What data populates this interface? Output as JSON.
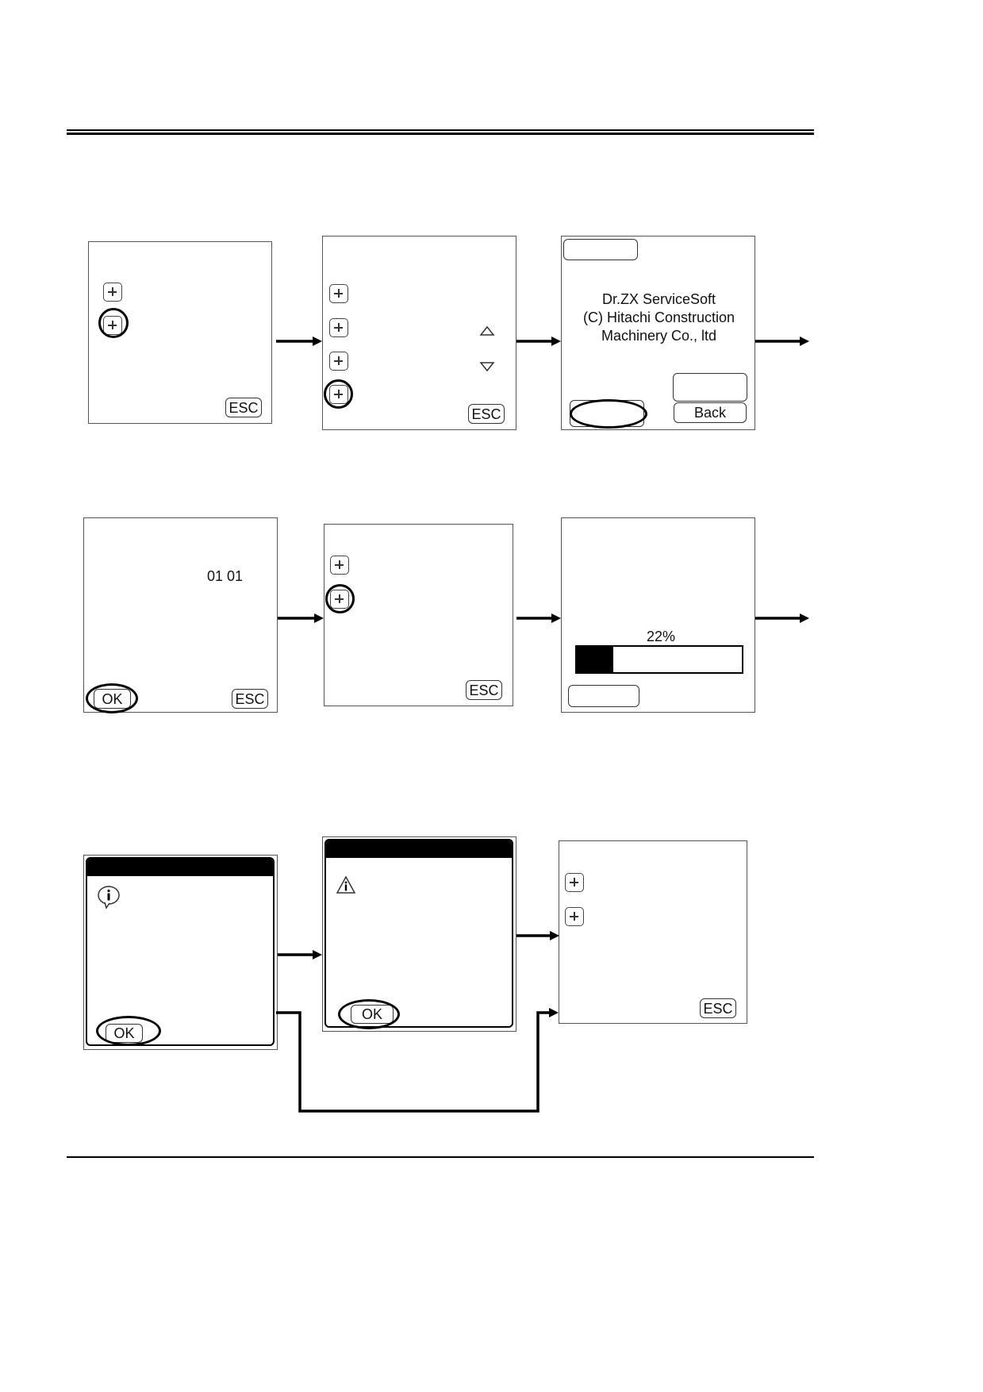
{
  "row1": {
    "screen1": {
      "esc_label": "ESC"
    },
    "screen2": {
      "esc_label": "ESC",
      "scroll_up_icon": "triangle-up-icon",
      "scroll_down_icon": "triangle-down-icon"
    },
    "screen3": {
      "about_line1": "Dr.ZX ServiceSoft",
      "about_line2": "(C) Hitachi Construction",
      "about_line3": "Machinery Co., ltd",
      "back_label": "Back"
    }
  },
  "row2": {
    "screen1": {
      "value_text": "01 01",
      "ok_label": "OK",
      "esc_label": "ESC"
    },
    "screen2": {
      "esc_label": "ESC"
    },
    "screen3": {
      "progress_text": "22%",
      "progress_value": 0.22
    }
  },
  "row3": {
    "screen1": {
      "info_icon": "info-icon",
      "ok_label": "OK"
    },
    "screen2": {
      "warning_icon": "warning-icon",
      "ok_label": "OK"
    },
    "screen3": {
      "esc_label": "ESC"
    }
  }
}
